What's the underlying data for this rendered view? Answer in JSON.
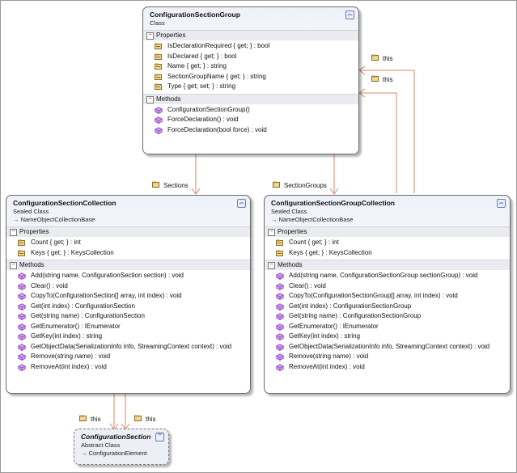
{
  "colors": {
    "connector": "#d9886a",
    "property_icon": "#8a6b2a",
    "method_icon": "#9b4fc8"
  },
  "classes": {
    "configuration_section_group": {
      "name": "ConfigurationSectionGroup",
      "stereotype": "Class",
      "properties_header": "Properties",
      "properties": [
        "IsDeclarationRequired { get; } : bool",
        "IsDeclared { get; } : bool",
        "Name { get; } : string",
        "SectionGroupName { get; } : string",
        "Type { get; set; } : string"
      ],
      "methods_header": "Methods",
      "methods": [
        "ConfigurationSectionGroup()",
        "ForceDeclaration() : void",
        "ForceDeclaration(bool force) : void"
      ]
    },
    "configuration_section_collection": {
      "name": "ConfigurationSectionCollection",
      "stereotype": "Sealed Class",
      "base": "→ NameObjectCollectionBase",
      "properties_header": "Properties",
      "properties": [
        "Count { get; } : int",
        "Keys { get; } : KeysCollection"
      ],
      "methods_header": "Methods",
      "methods": [
        "Add(string name, ConfigurationSection section) : void",
        "Clear() : void",
        "CopyTo(ConfigurationSection[] array, int index) : void",
        "Get(int index) : ConfigurationSection",
        "Get(string name) : ConfigurationSection",
        "GetEnumerator() : IEnumerator",
        "GetKey(int index) : string",
        "GetObjectData(SerializationInfo info, StreamingContext context) : void",
        "Remove(string name) : void",
        "RemoveAt(int index) : void"
      ]
    },
    "configuration_section_group_collection": {
      "name": "ConfigurationSectionGroupCollection",
      "stereotype": "Sealed Class",
      "base": "→ NameObjectCollectionBase",
      "properties_header": "Properties",
      "properties": [
        "Count { get; } : int",
        "Keys { get; } : KeysCollection"
      ],
      "methods_header": "Methods",
      "methods": [
        "Add(string name, ConfigurationSectionGroup sectionGroup) : void",
        "Clear() : void",
        "CopyTo(ConfigurationSectionGroup[] array, int index) : void",
        "Get(int index) : ConfigurationSectionGroup",
        "Get(string name) : ConfigurationSectionGroup",
        "GetEnumerator() : IEnumerator",
        "GetKey(int index) : string",
        "GetObjectData(SerializationInfo info, StreamingContext context) : void",
        "Remove(string name) : void",
        "RemoveAt(int index) : void"
      ]
    },
    "configuration_section": {
      "name": "ConfigurationSection",
      "stereotype": "Abstract Class",
      "base": "→ ConfigurationElement"
    }
  },
  "associations": {
    "this_1": "this",
    "this_2": "this",
    "sections": "Sections",
    "section_groups": "SectionGroups",
    "this_3": "this",
    "this_4": "this"
  }
}
